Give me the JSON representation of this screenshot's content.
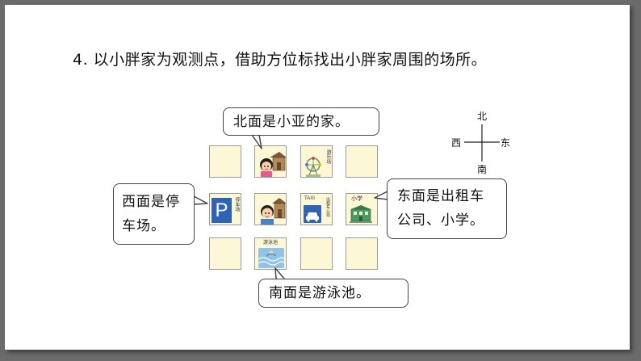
{
  "question": "4. 以小胖家为观测点，借助方位标找出小胖家周围的场所。",
  "compass": {
    "north": "北",
    "south": "南",
    "east": "东",
    "west": "西"
  },
  "bubbles": {
    "north": "北面是小亚的家。",
    "west": [
      "西面是停",
      "车场。"
    ],
    "east": [
      "东面是出租车",
      "公司、小学。"
    ],
    "south": "南面是游泳池。"
  },
  "cells": {
    "amusement_park": "游乐场",
    "parking_lot": "停车场",
    "parking_symbol": "P",
    "taxi_sign": "TAXI",
    "taxi_company": "出租车公司",
    "school": "小学",
    "pool": "游泳池"
  }
}
